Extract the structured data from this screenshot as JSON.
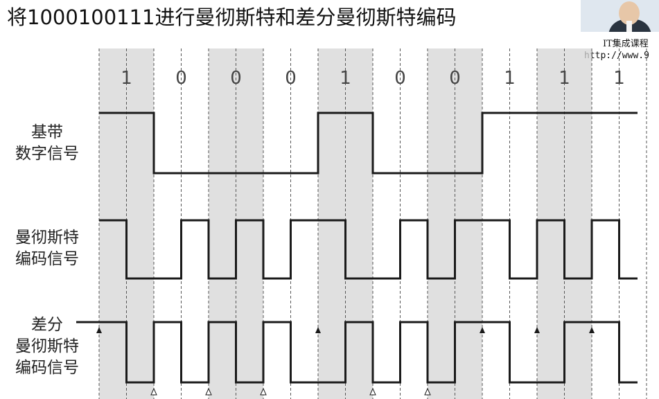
{
  "title": "将1000100111进行曼彻斯特和差分曼彻斯特编码",
  "brand": {
    "name": "IT集成课程",
    "url": "http://www.9"
  },
  "bits": [
    "1",
    "0",
    "0",
    "0",
    "1",
    "0",
    "0",
    "1",
    "1",
    "1"
  ],
  "rows": {
    "baseband": {
      "line1": "基带",
      "line2": "数字信号"
    },
    "manchester": {
      "line1": "曼彻斯特",
      "line2": "编码信号"
    },
    "diff_manchester": {
      "line1": "差分",
      "line2": "曼彻斯特",
      "line3": "编码信号"
    }
  },
  "colors": {
    "signal": "#1a1a1a",
    "shade": "#d6d6d6",
    "dash": "#555555"
  }
}
